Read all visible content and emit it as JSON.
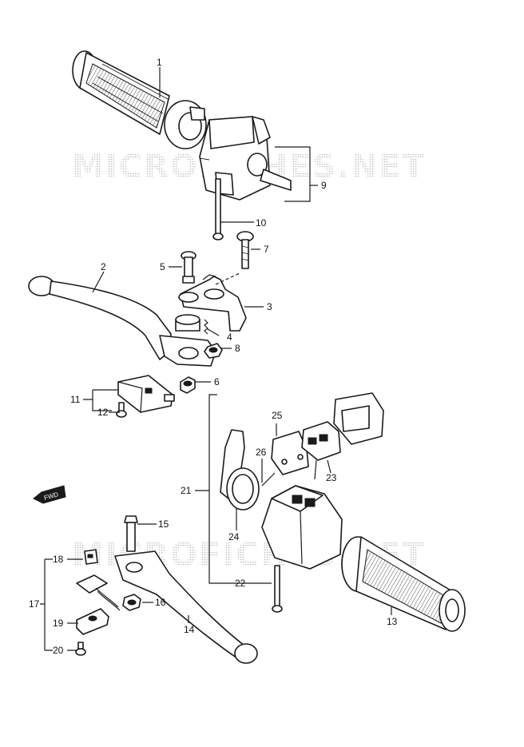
{
  "watermark": "MICROFICHES.NET",
  "fwd_label": "FWD",
  "callouts": {
    "c1": "1",
    "c2": "2",
    "c3": "3",
    "c4": "4",
    "c5": "5",
    "c6": "6",
    "c7": "7",
    "c8": "8",
    "c9": "9",
    "c10": "10",
    "c11": "11",
    "c12": "12",
    "c13": "13",
    "c14": "14",
    "c15": "15",
    "c16": "16",
    "c17": "17",
    "c18": "18",
    "c19": "19",
    "c20": "20",
    "c21": "21",
    "c22": "22",
    "c23": "23",
    "c24": "24",
    "c25": "25",
    "c26": "26"
  }
}
